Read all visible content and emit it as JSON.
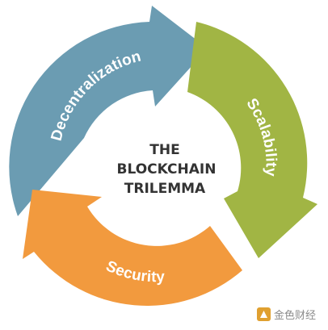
{
  "center": {
    "lines": [
      "THE",
      "BLOCKCHAIN",
      "TRILEMMA"
    ]
  },
  "segments": [
    {
      "id": "decentralization",
      "label": "Decentralization",
      "color": "#6b9cb2",
      "shadow": "#5a8aa0"
    },
    {
      "id": "scalability",
      "label": "Scalability",
      "color": "#a1b544",
      "shadow": "#8ca13a"
    },
    {
      "id": "security",
      "label": "Security",
      "color": "#f29a3e",
      "shadow": "#de8630"
    }
  ],
  "watermark": {
    "text": "金色财经",
    "color": "#e0a030"
  }
}
